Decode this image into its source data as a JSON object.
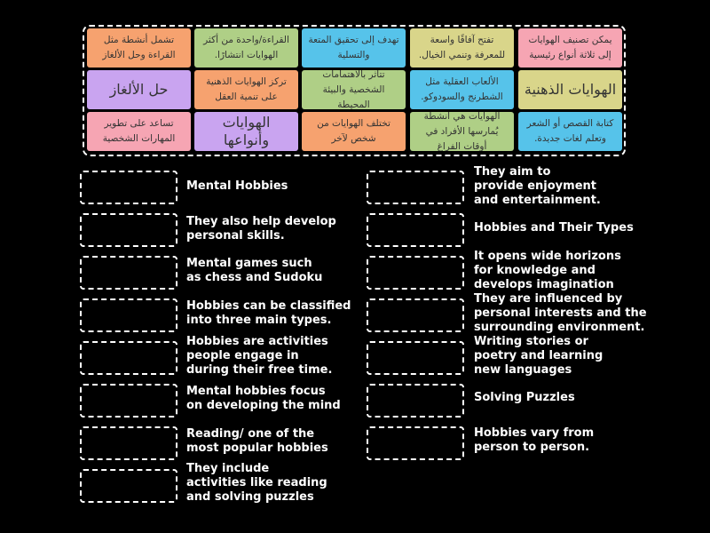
{
  "colors": {
    "background": "#000000",
    "orange": "#f6a26f",
    "green": "#afcf86",
    "blue": "#56c3ea",
    "khaki": "#d9d58a",
    "pink": "#f6a5b3",
    "purple": "#c9a4f0"
  },
  "tiles": [
    {
      "text": "يمكن تصنيف الهوايات إلى ثلاثة أنواع رئيسية",
      "color": "pink"
    },
    {
      "text": "تفتح آفاقًا واسعة للمعرفة وتنمي الخيال.",
      "color": "khaki"
    },
    {
      "text": "تهدف إلى تحقيق المتعة والتسلية",
      "color": "blue"
    },
    {
      "text": "القراءة/واحدة من أكثر الهوايات انتشارًا.",
      "color": "green"
    },
    {
      "text": "تشمل أنشطة مثل القراءة وحل الألغاز",
      "color": "orange"
    },
    {
      "text": "الهوايات الذهنية",
      "color": "khaki",
      "big": true
    },
    {
      "text": "الألعاب العقلية مثل الشطرنج والسودوكو.",
      "color": "blue"
    },
    {
      "text": "تتأثر بالاهتمامات الشخصية والبيئة المحيطة",
      "color": "green"
    },
    {
      "text": "تركز الهوايات الذهنية على تنمية العقل",
      "color": "orange"
    },
    {
      "text": "حل الألغاز",
      "color": "purple",
      "big": true
    },
    {
      "text": "كتابة القصص أو الشعر وتعلم لغات جديدة.",
      "color": "blue"
    },
    {
      "text": "الهوايات هي أنشطة يُمارسها الأفراد في أوقات الفراغ",
      "color": "green"
    },
    {
      "text": "تختلف الهوايات من شخص لآخر",
      "color": "orange"
    },
    {
      "text": "الهوايات وأنواعها",
      "color": "purple",
      "big": true
    },
    {
      "text": "تساعد على تطوير المهارات الشخصية",
      "color": "pink"
    }
  ],
  "left_items": [
    "Mental Hobbies",
    "They also help develop\npersonal skills.",
    "Mental games such\nas chess and Sudoku",
    "Hobbies can be classified\ninto three main types.",
    "Hobbies are activities\npeople engage in\nduring their free time.",
    "Mental hobbies focus\non developing the mind",
    "Reading/ one of the\nmost popular hobbies",
    "They include\nactivities like reading\nand solving puzzles"
  ],
  "right_items": [
    "They aim to\nprovide enjoyment\nand entertainment.",
    "Hobbies and Their Types",
    "It opens wide horizons\nfor knowledge and\ndevelops imagination",
    "They are influenced by\npersonal interests and the\nsurrounding environment.",
    "Writing stories or\npoetry and learning\nnew languages",
    "Solving Puzzles",
    "Hobbies vary from\nperson to person."
  ]
}
